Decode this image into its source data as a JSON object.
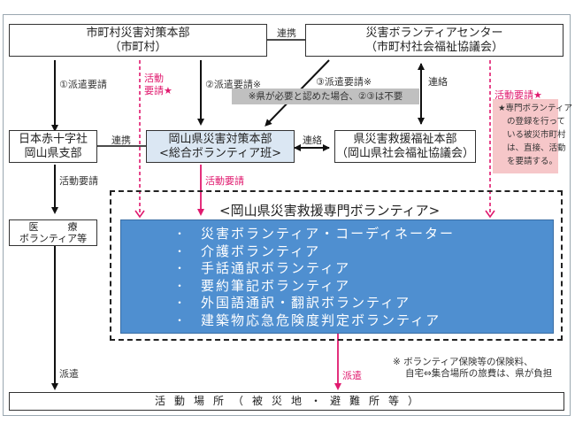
{
  "nodes": {
    "municipal_hq": {
      "line1": "市町村災害対策本部",
      "line2": "（市町村）"
    },
    "volunteer_center": {
      "line1": "災害ボランティアセンター",
      "line2": "（市町村社会福祉協議会）"
    },
    "red_cross": {
      "line1": "日本赤十字社",
      "line2": "岡山県支部"
    },
    "prefectural_hq": {
      "line1": "岡山県災害対策本部",
      "line2": "<総合ボランティア班>"
    },
    "welfare_hq": {
      "line1": "県災害救援福祉本部",
      "line2": "（岡山県社会福祉協議会）"
    },
    "medical": {
      "line1": "医　　　療",
      "line2": "ボランティア等"
    },
    "activity_place": {
      "chars": [
        "活",
        "動",
        "場",
        "所",
        "（",
        "被",
        "災",
        "地",
        "・",
        "避",
        "難",
        "所",
        "等",
        "）"
      ]
    }
  },
  "edges": {
    "link_top": "連携",
    "dispatch_request_1": "①派遣要請",
    "activity_request_star_a": "活動",
    "activity_request_star_b": "要請★",
    "dispatch_request_2": "②派遣要請※",
    "dispatch_request_3": "③派遣要請※",
    "contact_right": "連絡",
    "activity_request_star_right": "活動要請★",
    "link_mid": "連携",
    "contact_mid": "連絡",
    "activity_request_redcross": "活動要請",
    "activity_request_pref": "活動要請",
    "dispatch_left": "派遣",
    "dispatch_center": "派遣"
  },
  "notes": {
    "gray_note": "※県が必要と認めた場合、②③は不要",
    "pink_note": [
      "★専門ボランティア",
      "の登録を行って",
      "いる被災市町村",
      "は、直接、活動",
      "を要請する。"
    ],
    "footnote_line1": "※ ボランティア保険等の保険料、",
    "footnote_line2": "自宅⇔集合場所の旅費は、県が負担"
  },
  "specialist_group": {
    "title": "<岡山県災害救援専門ボランティア>",
    "bullet": "・",
    "items": [
      "災害ボランティア・コーディネーター",
      "介護ボランティア",
      "手話通訳ボランティア",
      "要約筆記ボランティア",
      "外国語通訳・翻訳ボランティア",
      "建築物応急危険度判定ボランティア"
    ]
  },
  "colors": {
    "accent_pink": "#e0196e",
    "panel_blue": "#4f8fd0",
    "pref_box_blue": "#dbe7f3",
    "note_gray": "#c0c0c0",
    "note_pink": "#f6c7c9"
  }
}
